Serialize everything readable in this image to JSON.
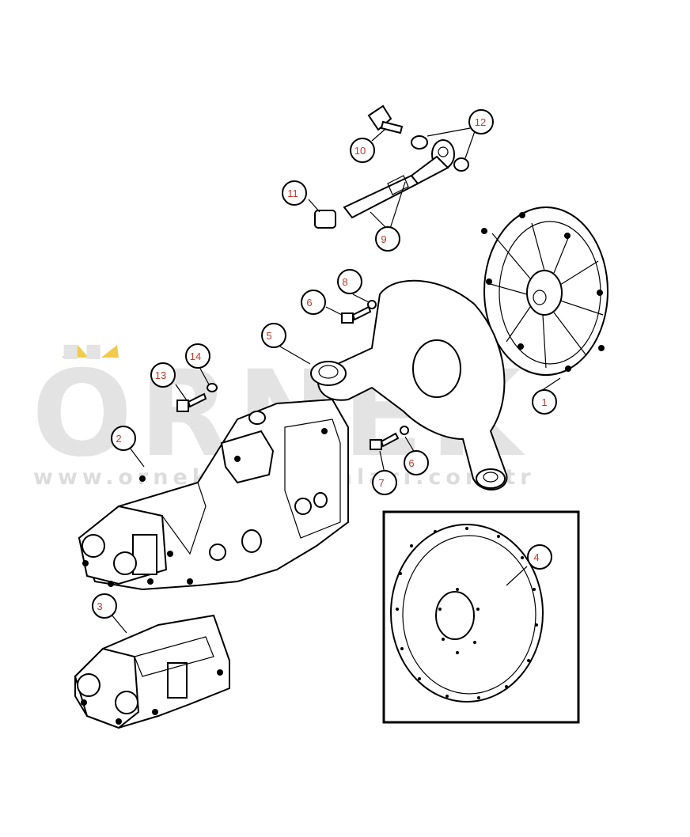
{
  "watermark": {
    "brand": "ÖRNEK",
    "url": "www.ornekismakinalari.com.tr",
    "accent_color": "#f2c94c"
  },
  "callouts": [
    {
      "id": "c1",
      "number": "1"
    },
    {
      "id": "c2",
      "number": "2"
    },
    {
      "id": "c3",
      "number": "3"
    },
    {
      "id": "c4",
      "number": "4"
    },
    {
      "id": "c5",
      "number": "5"
    },
    {
      "id": "c6a",
      "number": "6"
    },
    {
      "id": "c6b",
      "number": "6"
    },
    {
      "id": "c7",
      "number": "7"
    },
    {
      "id": "c8",
      "number": "8"
    },
    {
      "id": "c9",
      "number": "9"
    },
    {
      "id": "c10",
      "number": "10"
    },
    {
      "id": "c11",
      "number": "11"
    },
    {
      "id": "c12",
      "number": "12"
    },
    {
      "id": "c13",
      "number": "13"
    },
    {
      "id": "c14",
      "number": "14"
    }
  ],
  "colors": {
    "callout_text": "#c0392b",
    "line": "#000000",
    "watermark": "#e3e3e3"
  }
}
